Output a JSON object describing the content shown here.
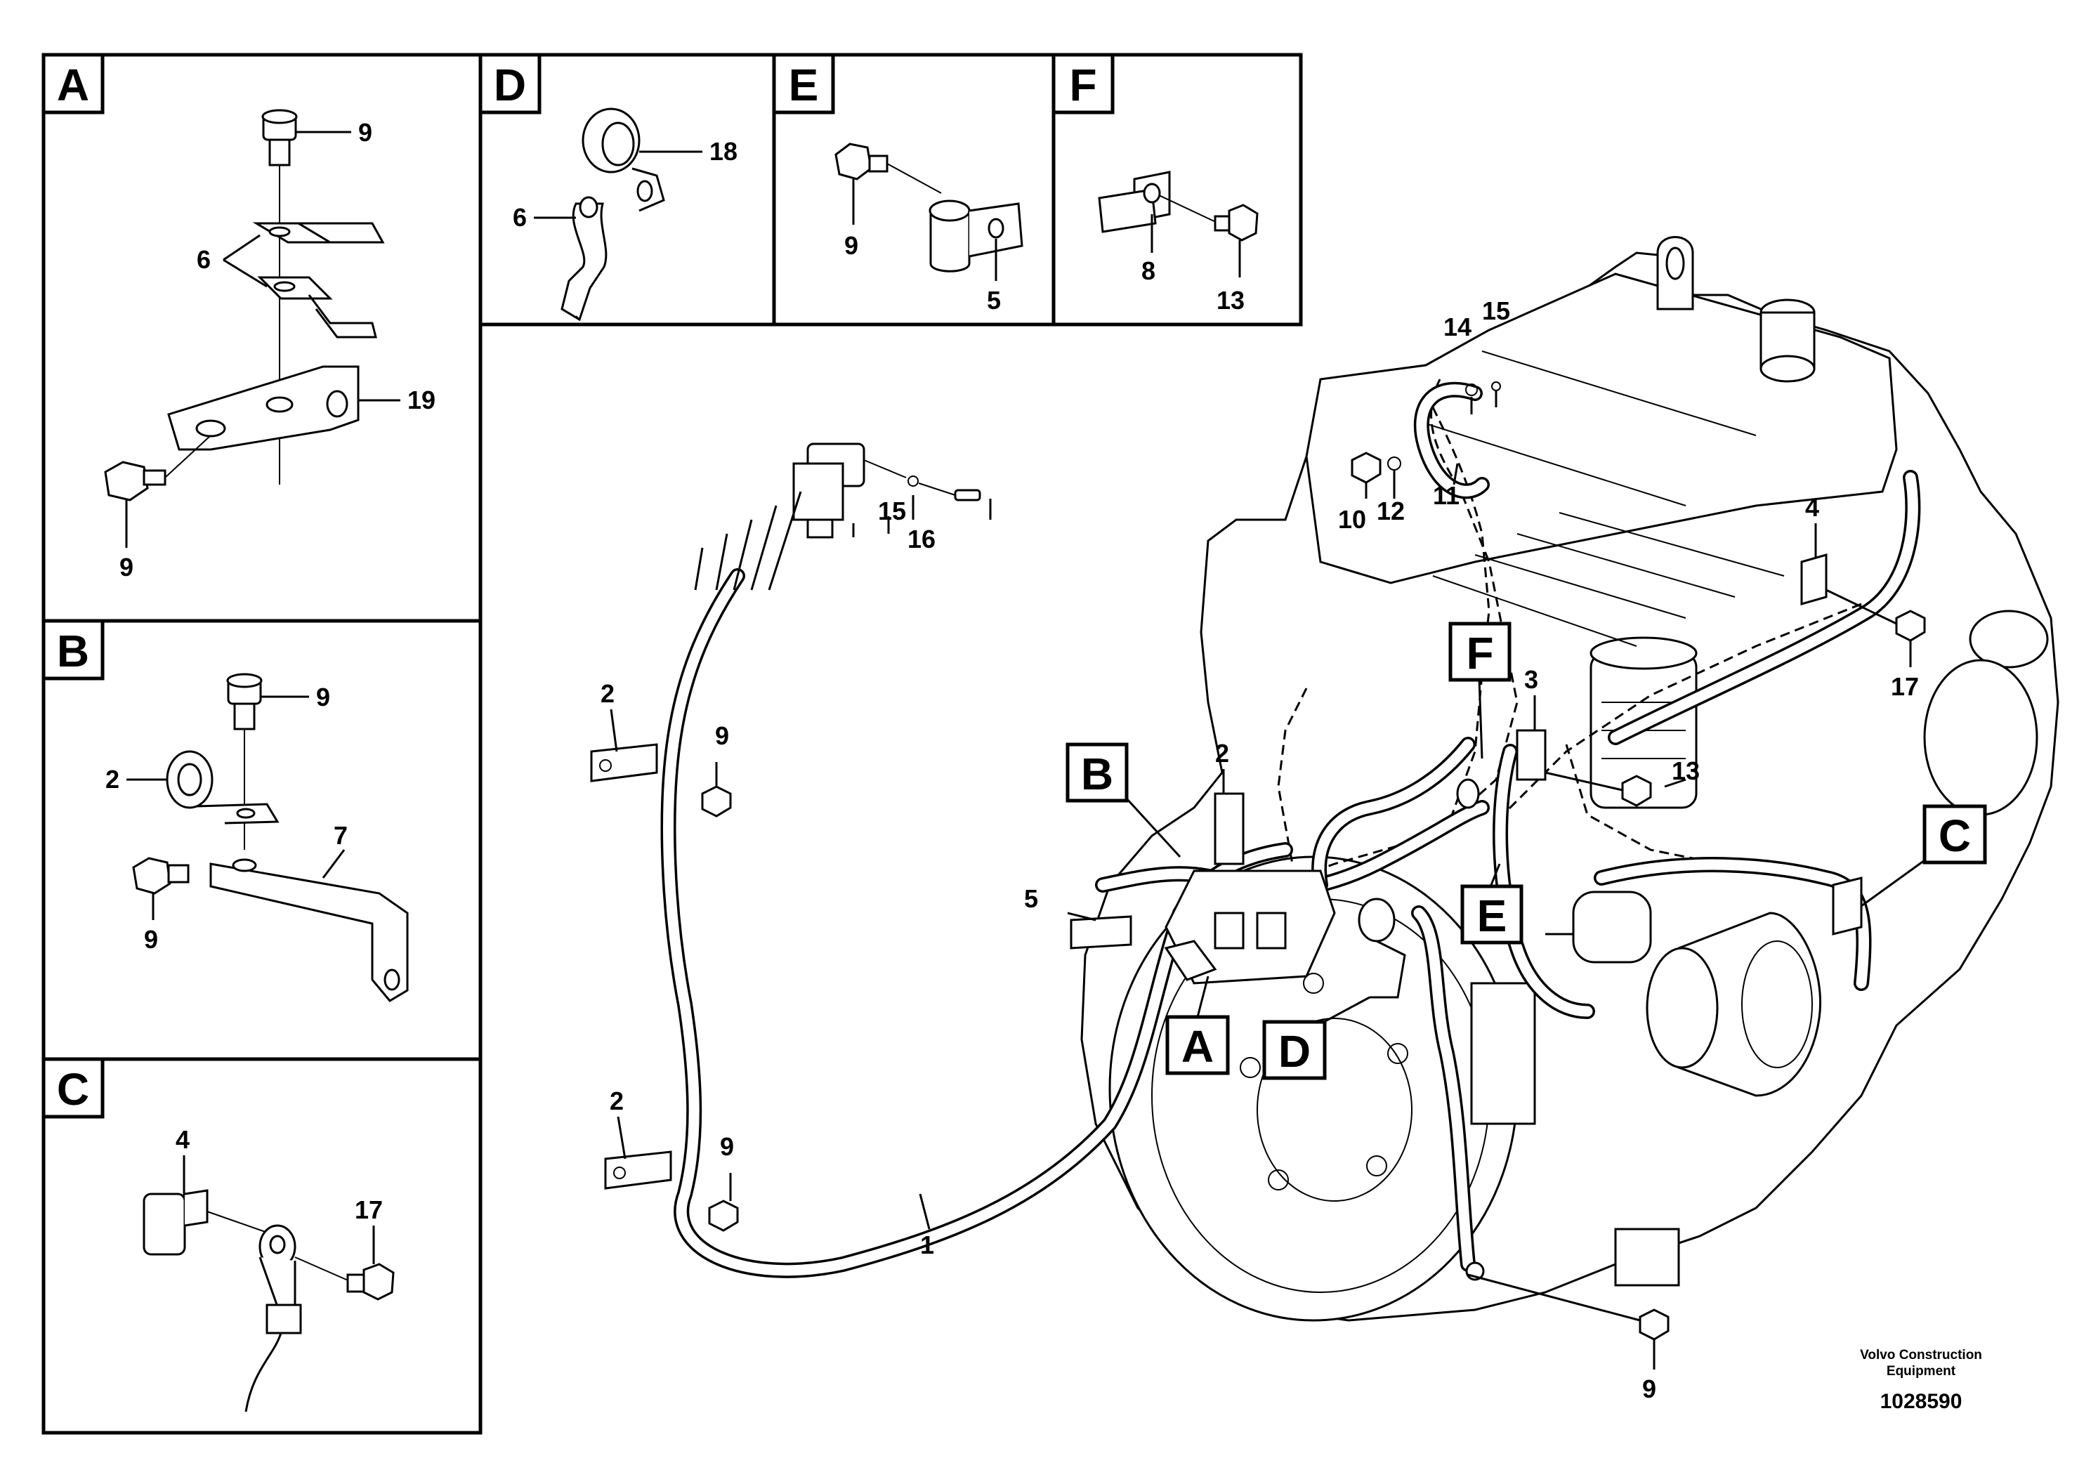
{
  "panels": [
    {
      "letter": "A",
      "callouts": [
        "9",
        "6",
        "19",
        "9"
      ]
    },
    {
      "letter": "B",
      "callouts": [
        "9",
        "2",
        "7",
        "9"
      ]
    },
    {
      "letter": "C",
      "callouts": [
        "4",
        "17"
      ]
    },
    {
      "letter": "D",
      "callouts": [
        "18",
        "6"
      ]
    },
    {
      "letter": "E",
      "callouts": [
        "9",
        "5"
      ]
    },
    {
      "letter": "F",
      "callouts": [
        "8",
        "13"
      ]
    }
  ],
  "main": {
    "tags": [
      "B",
      "A",
      "D",
      "F",
      "E",
      "C"
    ],
    "callouts": {
      "n14": "14",
      "n15a": "15",
      "n10": "10",
      "n12": "12",
      "n11": "11",
      "n4": "4",
      "n17": "17",
      "n3": "3",
      "n13": "13",
      "n2a": "2",
      "n2b": "2",
      "n2c": "2",
      "n9a": "9",
      "n9b": "9",
      "n9c": "9",
      "n5": "5",
      "n1": "1",
      "n15b": "15",
      "n16": "16"
    }
  },
  "footer": {
    "company_line1": "Volvo Construction",
    "company_line2": "Equipment",
    "document_number": "1028590"
  }
}
